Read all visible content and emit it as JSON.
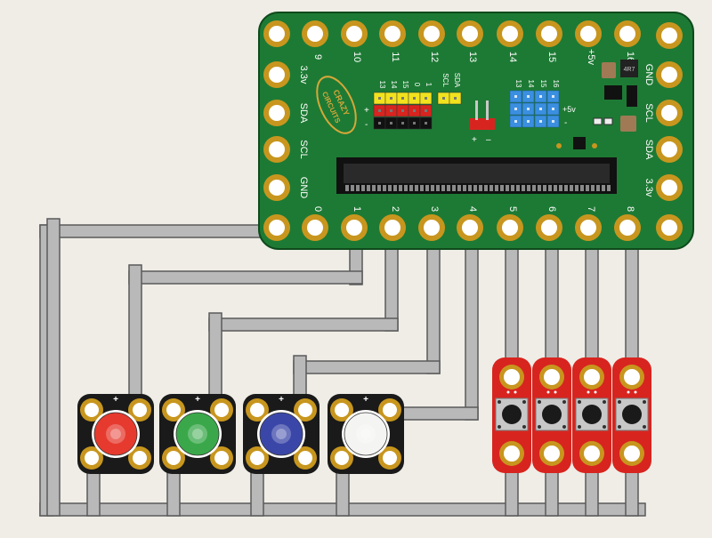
{
  "board": {
    "brand_line1": "CRAZY",
    "brand_line2": "CIRCUITS",
    "top_pins": [
      "9",
      "10",
      "11",
      "12",
      "13",
      "14",
      "15",
      "+5v",
      "16"
    ],
    "left_pins": [
      "3.3v",
      "SDA",
      "SCL",
      "GND"
    ],
    "right_pins": [
      "GND",
      "SCL",
      "SDA",
      "3.3v"
    ],
    "bottom_pins": [
      "0",
      "1",
      "2",
      "3",
      "4",
      "5",
      "6",
      "7",
      "8"
    ],
    "header_left_labels": [
      "13",
      "14",
      "15",
      "0",
      "1"
    ],
    "header_i2c_labels": [
      "SCL",
      "SDA"
    ],
    "header_plus": "+",
    "header_minus": "-",
    "power_plus": "+",
    "power_minus": "–",
    "servo_labels": [
      "13",
      "14",
      "15",
      "16"
    ],
    "servo_plus": "+5v",
    "servo_minus": "-",
    "inductor_label": "4R7"
  },
  "leds": [
    {
      "color": "#e63a2e",
      "plus": "+"
    },
    {
      "color": "#3aa84a",
      "plus": "+"
    },
    {
      "color": "#3b47a8",
      "plus": "+"
    },
    {
      "color": "#f4f4f2",
      "plus": "+"
    }
  ],
  "buttons": [
    {},
    {},
    {},
    {}
  ],
  "colors": {
    "board_green": "#1d7a34",
    "pad_gold": "#c8961e",
    "wire_gray": "#b9b9b9",
    "button_red": "#d8241f",
    "led_board_black": "#1a1a1a"
  }
}
